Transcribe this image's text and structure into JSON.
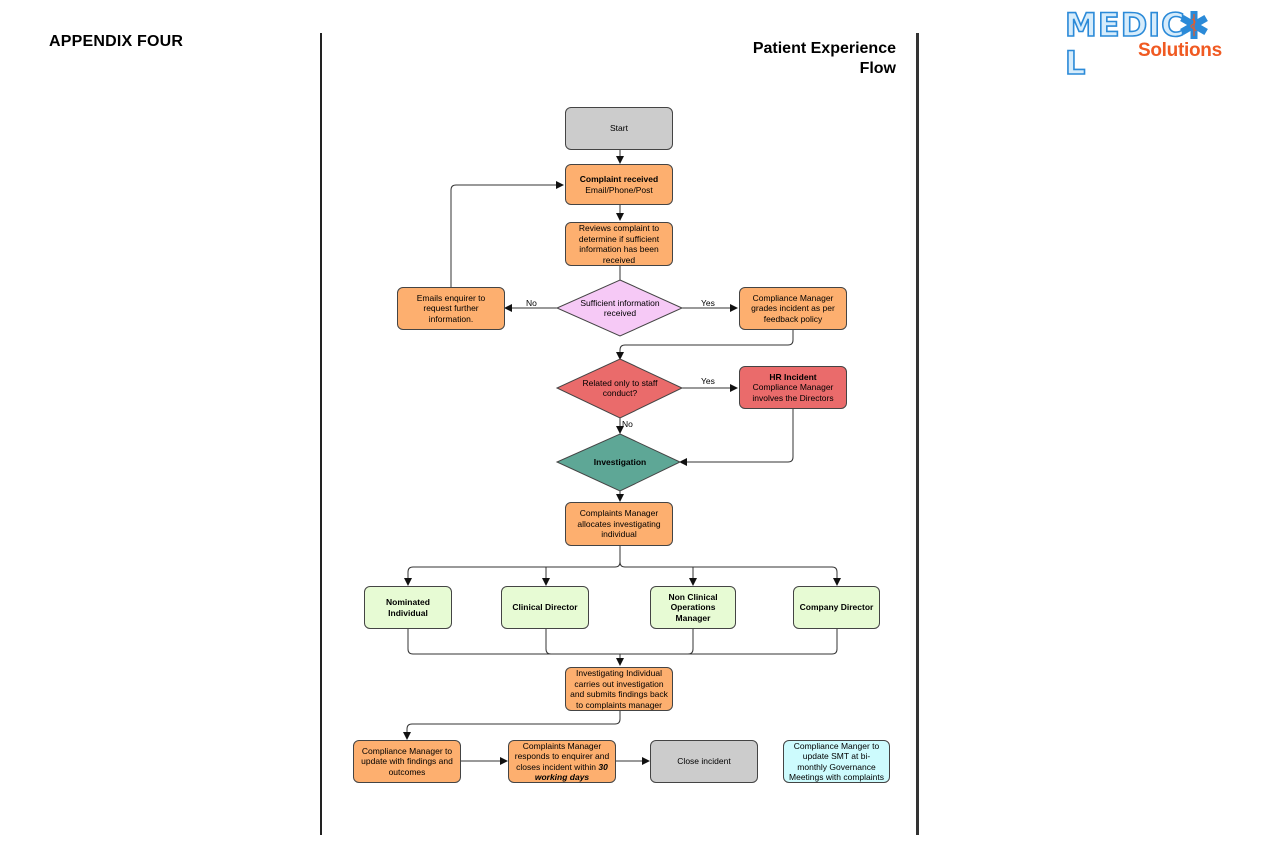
{
  "header": {
    "appendix": "APPENDIX FOUR",
    "title_line1": "Patient Experience",
    "title_line2": "Flow"
  },
  "logo": {
    "word1": "MEDIC",
    "word1_end": "L",
    "word2": "Solutions",
    "star_icon": "star-of-life-icon",
    "colors": {
      "outline": "#2b8ad8",
      "fill": "#d6ecfb",
      "accent": "#f05a22"
    }
  },
  "colors": {
    "start": "#cccccc",
    "process": "#fdaf6f",
    "decision_info": "#f6c9f6",
    "decision_staff": "#ea6b6b",
    "hr_incident": "#ea6b6b",
    "investigation": "#5ea796",
    "role": "#e7fbd4",
    "smt": "#cdfbfd"
  },
  "flow": {
    "start": "Start",
    "complaint_received": {
      "title": "Complaint received",
      "detail": "Email/Phone/Post"
    },
    "reviews": "Reviews complaint to determine if sufficient information has been received",
    "decision_info": "Sufficient information received",
    "edge_no_1": "No",
    "edge_yes_1": "Yes",
    "emails_enquirer": "Emails enquirer to request further information.",
    "compliance_grades": "Compliance Manager grades incident as per feedback policy",
    "decision_staff": "Related only to staff conduct?",
    "edge_yes_2": "Yes",
    "edge_no_2": "No",
    "hr_incident": {
      "title": "HR Incident",
      "detail": "Compliance Manager involves the Directors"
    },
    "investigation": "Investigation",
    "allocates": "Complaints Manager allocates investigating individual",
    "roles": [
      "Nominated Individual",
      "Clinical Director",
      "Non Clinical Operations Manager",
      "Company Director"
    ],
    "investigating": "Investigating Individual carries out investigation and submits findings back to complaints manager",
    "compliance_update": "Compliance Manager to update with findings and outcomes",
    "complaints_responds": {
      "text": "Complaints Manager responds to enquirer and closes incident within",
      "emphasis": "30 working days"
    },
    "close_incident": "Close incident",
    "smt_update": "Compliance Manger to update SMT at bi-monthly Governance Meetings with complaints"
  }
}
